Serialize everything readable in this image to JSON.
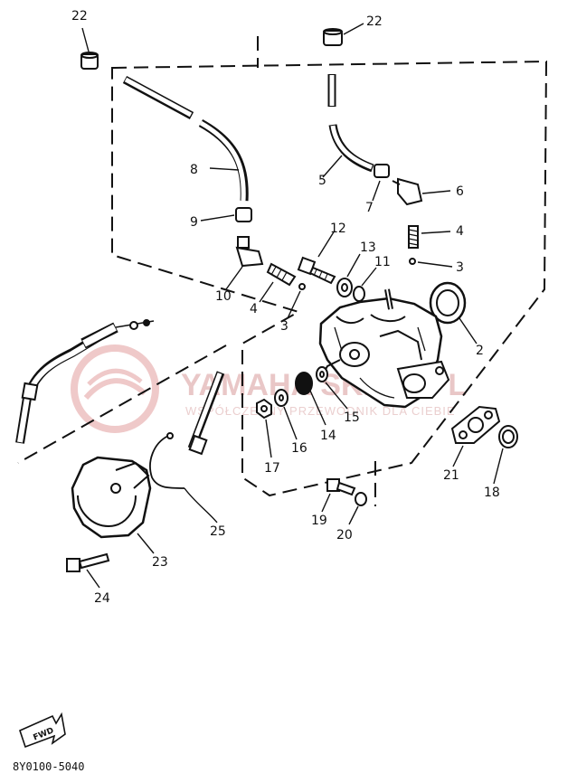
{
  "diagram": {
    "drawing_code": "8Y0100-5040",
    "direction_label": "FWD",
    "watermark": {
      "brand": "YAMAHA SKLEP.PL",
      "tagline": "WSPÓŁCZESNY PRZEWODNIK DLA CIEBIE"
    },
    "callouts": [
      {
        "id": "c22a",
        "label": "22"
      },
      {
        "id": "c22b",
        "label": "22"
      },
      {
        "id": "c8",
        "label": "8"
      },
      {
        "id": "c9",
        "label": "9"
      },
      {
        "id": "c10",
        "label": "10"
      },
      {
        "id": "c5",
        "label": "5"
      },
      {
        "id": "c7",
        "label": "7"
      },
      {
        "id": "c6",
        "label": "6"
      },
      {
        "id": "c4a",
        "label": "4"
      },
      {
        "id": "c3a",
        "label": "3"
      },
      {
        "id": "c12",
        "label": "12"
      },
      {
        "id": "c13",
        "label": "13"
      },
      {
        "id": "c11",
        "label": "11"
      },
      {
        "id": "c4b",
        "label": "4"
      },
      {
        "id": "c3b",
        "label": "3"
      },
      {
        "id": "c2",
        "label": "2"
      },
      {
        "id": "c15",
        "label": "15"
      },
      {
        "id": "c14",
        "label": "14"
      },
      {
        "id": "c16",
        "label": "16"
      },
      {
        "id": "c17",
        "label": "17"
      },
      {
        "id": "c21",
        "label": "21"
      },
      {
        "id": "c18",
        "label": "18"
      },
      {
        "id": "c19",
        "label": "19"
      },
      {
        "id": "c20",
        "label": "20"
      },
      {
        "id": "c25",
        "label": "25"
      },
      {
        "id": "c23",
        "label": "23"
      },
      {
        "id": "c24",
        "label": "24"
      }
    ]
  }
}
